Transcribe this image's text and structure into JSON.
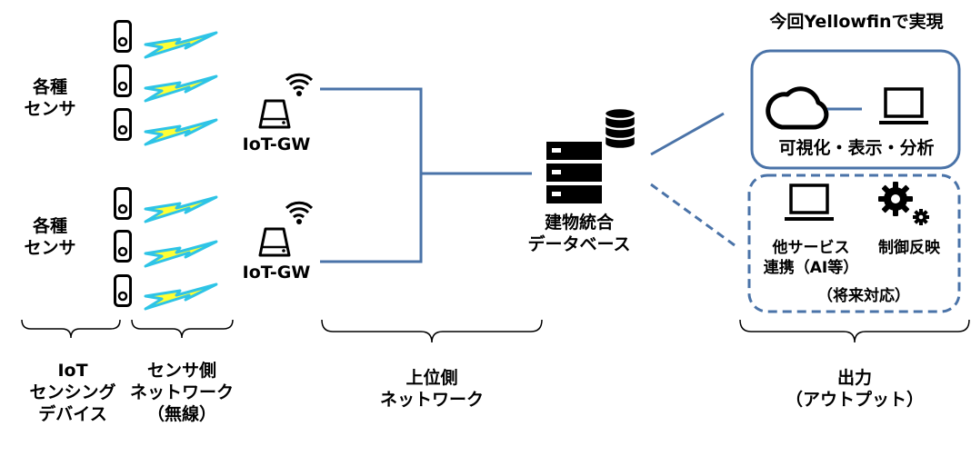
{
  "sensor_groups": [
    {
      "label_line1": "各種",
      "label_line2": "センサ"
    },
    {
      "label_line1": "各種",
      "label_line2": "センサ"
    }
  ],
  "gateways": [
    {
      "label": "IoT-GW"
    },
    {
      "label": "IoT-GW"
    }
  ],
  "database": {
    "line1": "建物統合",
    "line2": "データベース"
  },
  "yellowfin_title": "今回Yellowfinで実現",
  "current_output": {
    "caption": "可視化・表示・分析"
  },
  "future_output": {
    "service_line1": "他サービス",
    "service_line2": "連携（AI等）",
    "control": "制御反映",
    "note": "（将来対応）"
  },
  "bottom_labels": {
    "devices": [
      "IoT",
      "センシング",
      "デバイス"
    ],
    "sensor_network": [
      "センサ側",
      "ネットワーク",
      "（無線）"
    ],
    "upper_network": [
      "上位側",
      "ネットワーク"
    ],
    "output": [
      "出力",
      "（アウトプット）"
    ]
  },
  "colors": {
    "line_blue": "#4a73a8",
    "bolt_yellow": "#ffff33",
    "bolt_cyan": "#2ec4e6",
    "icon_black": "#000000"
  }
}
